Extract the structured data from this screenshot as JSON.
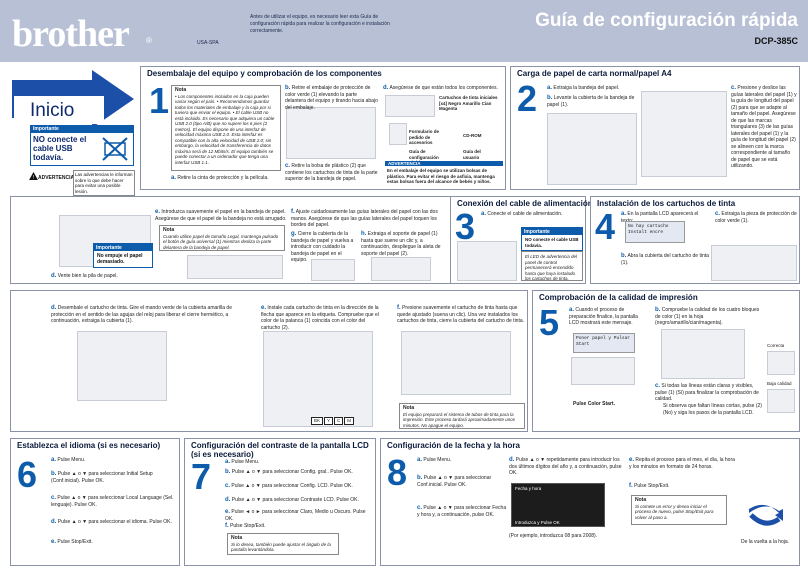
{
  "header": {
    "logo": "brother",
    "logo_mark": "®",
    "region": "USA-SPA",
    "intro_note": "Antes de utilizar el equipo, es necesario leer esta Guía de configuración rápida para realizar la configuración e instalación correctamente.",
    "title": "Guía de configuración rápida",
    "model": "DCP-385C"
  },
  "start": {
    "title": "Inicio",
    "important_label": "Importante",
    "important_text": "NO conecte el cable USB todavía.",
    "advert_label": "ADVERTENCIA",
    "advert_text": "Las advertencias le informan sobre lo que debe hacer para evitar una posible lesión."
  },
  "s1": {
    "title": "Desembalaje del equipo y comprobación de los componentes",
    "num": "1",
    "note_head": "Nota",
    "note_text": "• Los componentes incluidos en la caja pueden variar según el país. • Recomendamos guardar todos los materiales de embalaje y la caja por si tuviera que enviar el equipo. • El cable USB no está incluido. Es necesario que adquiera un cable USB 2.0 (tipo A/B) que no supere los 6 pies (2 metros). El equipo dispone de una interfaz de velocidad máxima USB 2.0. Esta interfaz es compatible con la alta velocidad de USB 2.0; sin embargo, la velocidad de transferencia de datos máxima será de 12 Mbits/s. El equipo también se puede conectar a un ordenador que tenga una interfaz USB 1.1.",
    "step_a": "Retire la cinta de protección y la película.",
    "step_b": "Retire el embalaje de protección de color verde (1) elevando la parte delantera del equipo y tirando hacia abajo del embalaje.",
    "step_c": "Retire la bolsa de plástico (2) que contiene los cartuchos de tinta de la parte superior de la bandeja de papel.",
    "step_d": "Asegúrese de que están todos los componentes.",
    "comp_ink": "Cartuchos de tinta iniciales [x4] Negro Amarillo Cian Magenta",
    "comp_form": "Formulario de pedido de accesorios",
    "comp_quick": "Guía de configuración rápida",
    "comp_cd": "CD-ROM",
    "comp_user": "Guía del usuario",
    "warn_hd": "ADVERTENCIA",
    "warn_text": "En el embalaje del equipo se utilizan bolsas de plástico. Para evitar el riesgo de asfixia, mantenga estas bolsas fuera del alcance de bebés y niños.",
    "step_e": "Introduzca suavemente el papel en la bandeja de papel. Asegúrese de que el papel de la bandeja no está arrugado.",
    "note2_head": "Nota",
    "note2_text": "Cuando utilice papel de tamaño Legal, mantenga pulsado el botón de guía universal (1) mientras desliza la parte delantera de la bandeja de papel.",
    "imp2_label": "Importante",
    "imp2_text": "No empuje el papel demasiado.",
    "step_d2": "Vente bien la pila de papel.",
    "step_f": "Ajuste cuidadosamente las guías laterales del papel con las dos manos. Asegúrese de que las guías laterales del papel toquen los bordes del papel.",
    "step_g": "Cierre la cubierta de la bandeja de papel y vuelva a introducir con cuidado la bandeja de papel en el equipo.",
    "step_h": "Extraiga el soporte de papel (1) hasta que suene un clic y, a continuación, despliegue la aleta de soporte del papel (2)."
  },
  "s2": {
    "title": "Carga de papel de carta normal/papel A4",
    "num": "2",
    "step_a": "Extraiga la bandeja del papel.",
    "step_b": "Levante la cubierta de la bandeja de papel (1).",
    "step_c": "Presione y deslice las guías laterales del papel (1) y la guía de longitud del papel (2) para que se adapte al tamaño del papel. Asegúrese de que las marcas triangulares (3) de las guías laterales del papel (1) y la guía de longitud del papel (2) se alineen con la marca correspondiente al tamaño de papel que se está utilizando."
  },
  "s3": {
    "title": "Conexión del cable de alimentación",
    "num": "3",
    "step_a": "Conecte el cable de alimentación.",
    "imp_label": "Importante",
    "imp_text": "NO conecte el cable USB todavía.",
    "note_text": "El LED de advertencia del panel de control permanecerá encendido hasta que haya instalado los cartuchos de tinta."
  },
  "s4": {
    "title": "Instalación de los cartuchos de tinta",
    "num": "4",
    "step_a": "En la pantalla LCD aparecerá el texto:",
    "lcd_text": "No hay cartucho Instalt encre",
    "step_b": "Abra la cubierta del cartucho de tinta (1).",
    "step_c": "Extraiga la pieza de protección de color verde (1).",
    "step_d": "Desembale el cartucho de tinta. Gire el mando verde de la cubierta amarilla de protección en el sentido de las agujas del reloj para liberar el cierre hermético, a continuación, extraiga la cubierta (1).",
    "step_e": "Instale cada cartucho de tinta en la dirección de la flecha que aparece en la etiqueta. Compruebe que el color de la palanca (1) coincida con el color del cartucho (2).",
    "step_f": "Presione suavemente el cartucho de tinta hasta que quede ajustado (suena un clic). Una vez instalados los cartuchos de tinta, cierre la cubierta del cartucho de tinta.",
    "slots": [
      "BK",
      "Y",
      "C",
      "M"
    ],
    "note_head": "Nota",
    "note_text": "El equipo preparará el sistema de tubos de tinta para la impresión. Este proceso tardará aproximadamente unos minutos. No apague el equipo."
  },
  "s5": {
    "title": "Comprobación de la calidad de impresión",
    "num": "5",
    "step_a": "Cuando el proceso de preparación finalice, la pantalla LCD mostrará este mensaje.",
    "lcd_text": "Poner papel y Pulsar Start",
    "step_a2": "Pulse Color Start.",
    "step_b": "Compruebe la calidad de los cuatro bloques de color (1) en la hoja (negro/amarillo/cian/magenta).",
    "step_c1": "Si todas las líneas están claras y visibles, pulse (1) (Sí) para finalizar la comprobación de calidad.",
    "step_c2": "Si observa que faltan líneas cortas, pulse (2) (No) y siga los pasos de la pantalla LCD.",
    "good_label": "Correcta",
    "bad_label": "Baja calidad"
  },
  "s6": {
    "title": "Establezca el idioma (si es necesario)",
    "num": "6",
    "step_a": "Pulse Menu.",
    "step_b": "Pulse ▲ o ▼ para seleccionar Initial Setup (Conf.inicial). Pulse OK.",
    "step_c": "Pulse ▲ o ▼ para seleccionar Local Language (Sel. lenguaje). Pulse OK.",
    "step_d": "Pulse ▲ o ▼ para seleccionar el idioma. Pulse OK.",
    "step_e": "Pulse Stop/Exit."
  },
  "s7": {
    "title": "Configuración del contraste de la pantalla LCD (si es necesario)",
    "num": "7",
    "step_a": "Pulse Menu.",
    "step_b": "Pulse ▲ o ▼ para seleccionar Config. gral.. Pulse OK.",
    "step_c": "Pulse ▲ o ▼ para seleccionar Config. LCD. Pulse OK.",
    "step_d": "Pulse ▲ o ▼ para seleccionar Contraste LCD. Pulse OK.",
    "step_e": "Pulse ◄ o ► para seleccionar Claro, Medio u Oscuro. Pulse OK.",
    "step_f": "Pulse Stop/Exit.",
    "note_head": "Nota",
    "note_text": "Si lo desea, también puede ajustar el ángulo de la pantalla levantándola."
  },
  "s8": {
    "title": "Configuración de la fecha y la hora",
    "num": "8",
    "step_a": "Pulse Menu.",
    "step_b": "Pulse ▲ o ▼ para seleccionar Conf.inicial. Pulse OK.",
    "step_c": "Pulse ▲ o ▼ para seleccionar Fecha y hora y, a continuación, pulse OK.",
    "step_d": "Pulse ▲ o ▼ repetidamente para introducir los dos últimos dígitos del año y, a continuación, pulse OK.",
    "lcd_text": "Fecha y hora",
    "lcd_foot": "Introduzca y Pulse OK",
    "example": "(Por ejemplo, introduzca 08 para 2008).",
    "step_e": "Repita el proceso para el mes, el día, la hora y los minutos en formato de 24 horas.",
    "step_f": "Pulse Stop/Exit.",
    "note_head": "Nota",
    "note_text": "Si comete un error y desea iniciar el proceso de nuevo, pulse Stop/Exit para volver al paso a.",
    "turn_page": "De la vuelta a la hoja."
  }
}
